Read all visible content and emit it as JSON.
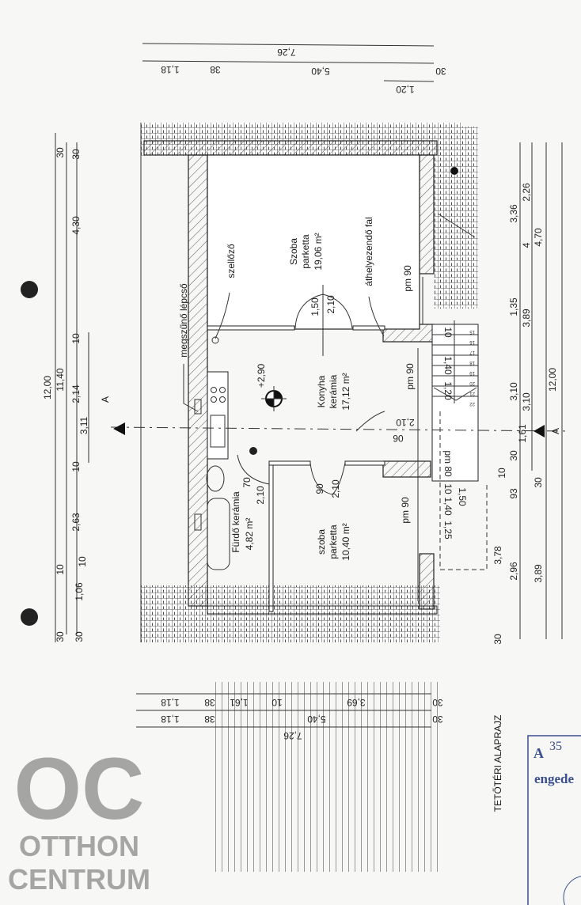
{
  "title": "TETŐTÉRI ALAPRAJZ",
  "top_dims": {
    "total": "7,26",
    "a": "1,18",
    "b": "38",
    "c": "5,40",
    "d": "30",
    "e": "1,20"
  },
  "bottom_dims": {
    "row1": [
      "1,18",
      "38",
      "1,61",
      "10",
      "3,69",
      "30"
    ],
    "row2": [
      "1,18",
      "38",
      "5,40",
      "30"
    ],
    "total": "7,26"
  },
  "left_dims": {
    "total": "12,00",
    "col2": [
      "30",
      "11,40",
      "10",
      "30"
    ],
    "col3": [
      "30",
      "4,30",
      "10",
      "2,14",
      "10",
      "2,63",
      "10",
      "1,06",
      "30"
    ],
    "col4": [
      "3,11"
    ]
  },
  "right_dims": {
    "col1": [
      "3,36",
      "1,35",
      "3,10",
      "30",
      "10",
      "93",
      "2,96",
      "3,78",
      "30"
    ],
    "col2": [
      "2,26",
      "4",
      "3,89",
      "3,10",
      "1,61",
      "30",
      "3,89"
    ],
    "col3": [
      "4,70",
      "12,00"
    ]
  },
  "rooms": {
    "szoba1": {
      "name": "Szoba",
      "floor": "parketta",
      "area": "19,06 m²"
    },
    "konyha": {
      "name": "Konyha",
      "floor": "kerámia",
      "area": "17,12 m²"
    },
    "furdo": {
      "name": "Fürdő kerámia",
      "area": "4,82 m²"
    },
    "szoba2": {
      "name": "szoba",
      "floor": "parketta",
      "area": "10,40 m²"
    }
  },
  "annotations": {
    "szellozo": "szellőző",
    "lepcso": "megszűnő lépcső",
    "fal": "áthelyezendő fal",
    "level": "+2,90",
    "door1_w": "1,50",
    "door1_h": "2,10",
    "door2_w": "90",
    "door2_h": "2,10",
    "door3_w": "70",
    "door3_h": "2,10",
    "door4_h": "2,10",
    "door4_w": "06",
    "pm1": "pm 90",
    "pm2": "pm 90",
    "pm3": "pm 90",
    "pm4": "pm 80",
    "stair_a": "10",
    "stair_b": "1,40",
    "stair_c": "1,20",
    "stair_steps": [
      "15",
      "16",
      "17",
      "18",
      "19",
      "20",
      "21",
      "22"
    ],
    "sill_a": "10",
    "sill_b": "1,40",
    "sill_c": "1,50",
    "sill_d": "1,25",
    "section": "A"
  },
  "watermark": {
    "logo": "OC",
    "line1": "OTTHON",
    "line2": "CENTRUM"
  },
  "stamp": {
    "line1_prefix": "A",
    "line1_hand": "35",
    "line2": "engede"
  },
  "colors": {
    "ink": "#222222",
    "stamp": "#3a4f8f",
    "watermark": "#8a8a8a"
  }
}
